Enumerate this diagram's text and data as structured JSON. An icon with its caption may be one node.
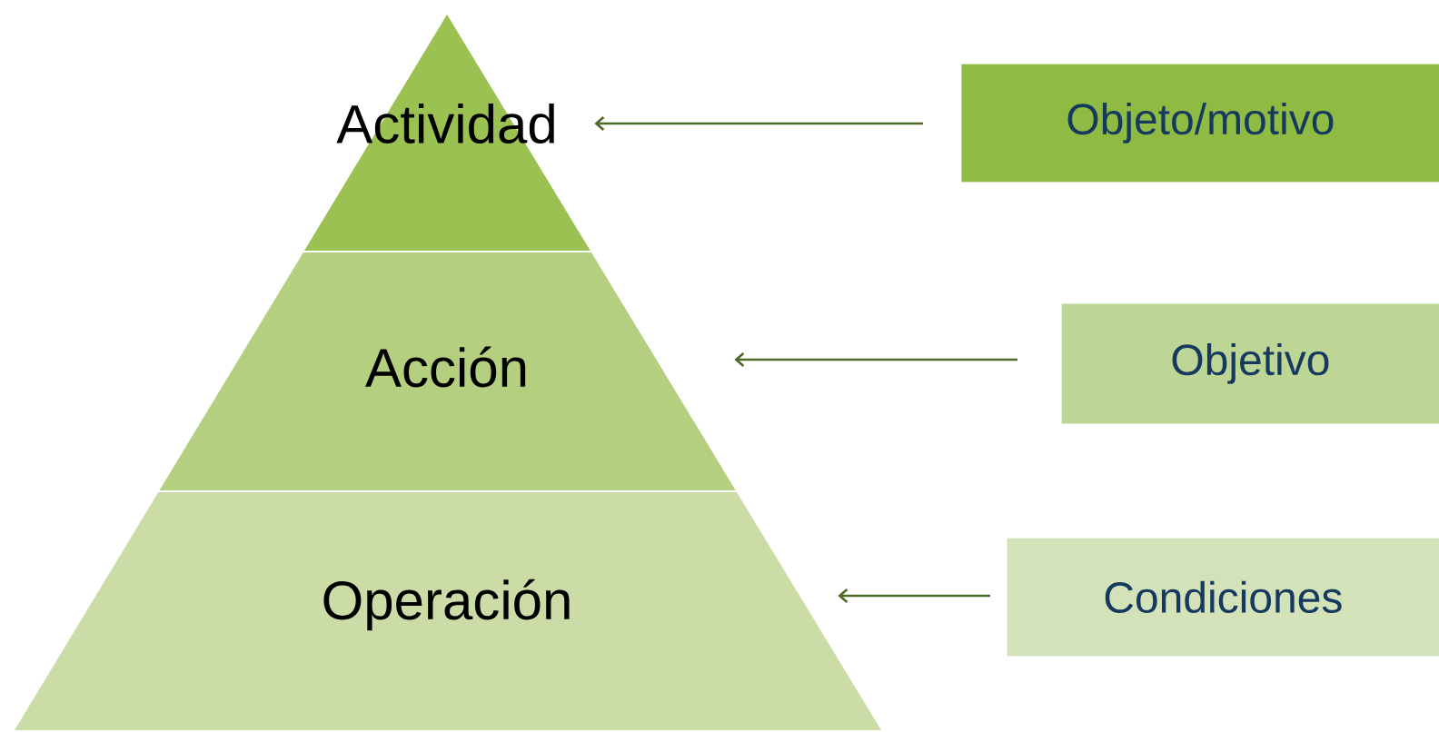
{
  "diagram": {
    "nodes": [
      {
        "text": [
          "Actividad"
        ]
      },
      {
        "text": [
          "Acción"
        ]
      },
      {
        "text": [
          "Operación"
        ]
      },
      {
        "text": [
          "Objeto/motivo"
        ]
      },
      {
        "text": [
          "Objetivo"
        ]
      },
      {
        "text": [
          "Condiciones"
        ]
      }
    ],
    "edges": [
      {
        "from": 3,
        "to": 0,
        "arrow": "to"
      },
      {
        "from": 4,
        "to": 1,
        "arrow": "to"
      },
      {
        "from": 5,
        "to": 2,
        "arrow": "to"
      }
    ]
  }
}
